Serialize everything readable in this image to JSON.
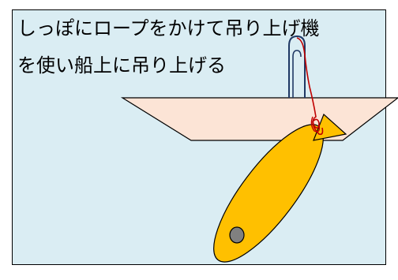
{
  "caption": {
    "line1": "しっぽにロープをかけて吊り上げ機",
    "line2": "を使い船上に吊り上げる"
  },
  "colors": {
    "background": "#daedf3",
    "border": "#000000",
    "ship_fill": "#fce4d6",
    "fish_fill": "#ffc000",
    "fish_eye": "#808080",
    "rope": "#c00000",
    "hoist": "#1f3864"
  },
  "icons": {
    "ship": "ship-hull-shape",
    "fish": "fish-shape",
    "hoist": "hoist-hook-icon",
    "rope": "rope-line"
  }
}
